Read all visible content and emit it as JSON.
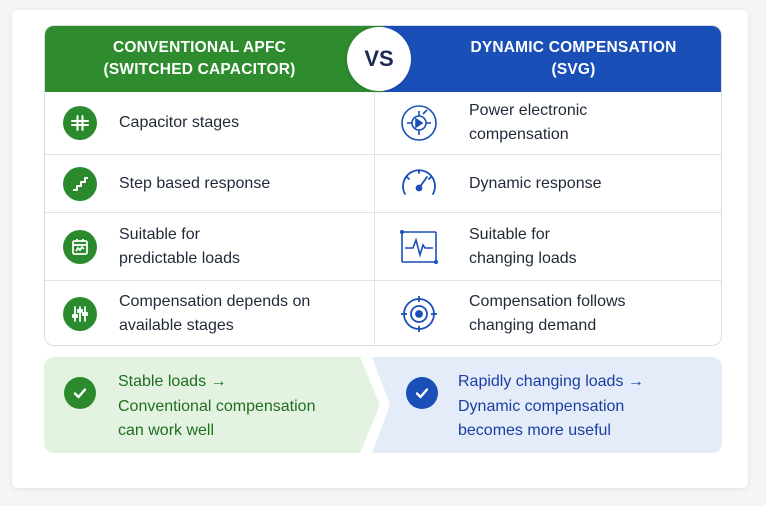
{
  "header": {
    "left_line1": "CONVENTIONAL APFC",
    "left_line2": "(SWITCHED CAPACITOR)",
    "vs": "VS",
    "right_line1": "DYNAMIC COMPENSATION",
    "right_line2": "(SVG)"
  },
  "rows": [
    {
      "left_icon": "capacitor-icon",
      "left_lines": [
        "Capacitor stages"
      ],
      "right_icon": "power-electronics-icon",
      "right_lines": [
        "Power electronic",
        "compensation"
      ]
    },
    {
      "left_icon": "step-stairs-icon",
      "left_lines": [
        "Step based response"
      ],
      "right_icon": "gauge-icon",
      "right_lines": [
        "Dynamic response"
      ]
    },
    {
      "left_icon": "calendar-icon",
      "left_lines": [
        "Suitable for",
        "predictable loads"
      ],
      "right_icon": "waveform-icon",
      "right_lines": [
        "Suitable for",
        "changing loads"
      ]
    },
    {
      "left_icon": "sliders-icon",
      "left_lines": [
        "Compensation depends on",
        "available stages"
      ],
      "right_icon": "target-icon",
      "right_lines": [
        "Compensation follows",
        "changing demand"
      ]
    }
  ],
  "banners": {
    "left": {
      "icon": "check-icon",
      "lines": [
        "Stable loads →",
        "Conventional compensation",
        "can work well"
      ]
    },
    "right": {
      "icon": "check-icon",
      "lines": [
        "Rapidly changing loads →",
        "Dynamic compensation",
        "becomes more useful"
      ]
    }
  },
  "colors": {
    "green": "#2e8b2e",
    "blue": "#1a4fb8",
    "green_bg": "#e4f3e1",
    "blue_bg": "#e4ecfa"
  }
}
